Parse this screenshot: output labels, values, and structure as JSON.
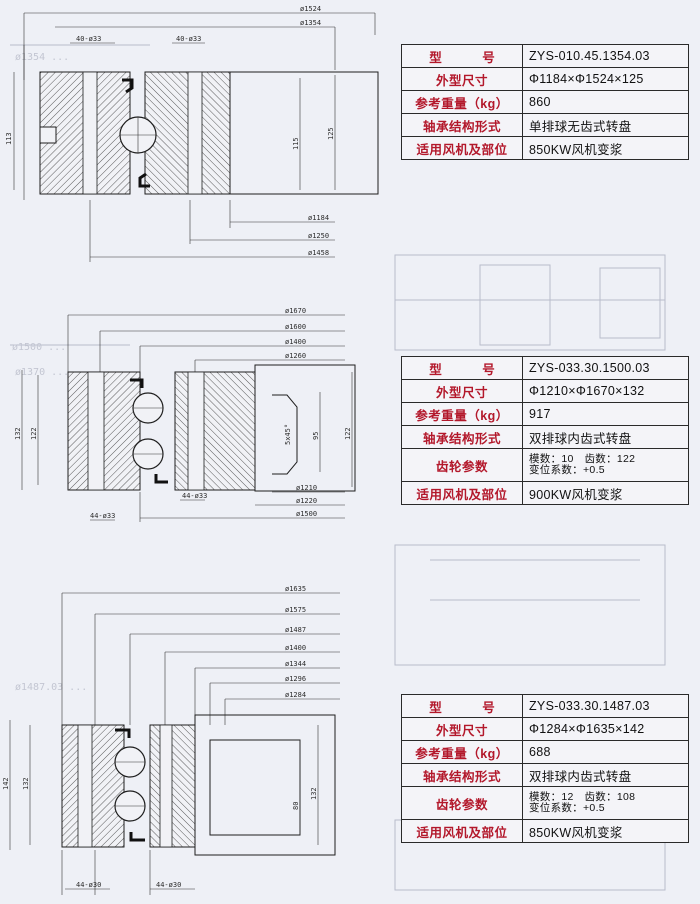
{
  "labels": {
    "model": "型　号",
    "size": "外型尺寸",
    "weight": "参考重量（kg）",
    "structure": "轴承结构形式",
    "gear": "齿轮参数",
    "application": "适用风机及部位"
  },
  "products": [
    {
      "model": "ZYS-010.45.1354.03",
      "size": "Φ1184×Φ1524×125",
      "weight": "860",
      "structure": "单排球无齿式转盘",
      "application": "850KW风机变浆",
      "dims": {
        "diameters": [
          "ø1524",
          "ø1354",
          "ø1184",
          "ø1250",
          "ø1458"
        ],
        "heights": [
          "113",
          "115",
          "125"
        ],
        "holes": [
          "40-ø33",
          "40-ø33"
        ]
      }
    },
    {
      "model": "ZYS-033.30.1500.03",
      "size": "Φ1210×Φ1670×132",
      "weight": "917",
      "structure": "双排球内齿式转盘",
      "gear_line1": "模数：10　齿数：122",
      "gear_line2": "变位系数：+0.5",
      "application": "900KW风机变浆",
      "dims": {
        "diameters": [
          "ø1670",
          "ø1600",
          "ø1400",
          "ø1260",
          "ø1210",
          "ø1220",
          "ø1500"
        ],
        "heights": [
          "132",
          "122",
          "95",
          "122"
        ],
        "chamfer": "5x45°",
        "holes": [
          "44-ø33",
          "44-ø33"
        ]
      }
    },
    {
      "model": "ZYS-033.30.1487.03",
      "size": "Φ1284×Φ1635×142",
      "weight": "688",
      "structure": "双排球内齿式转盘",
      "gear_line1": "模数：12　齿数：108",
      "gear_line2": "变位系数：+0.5",
      "application": "850KW风机变浆",
      "dims": {
        "diameters": [
          "ø1635",
          "ø1575",
          "ø1487",
          "ø1400",
          "ø1344",
          "ø1296",
          "ø1284"
        ],
        "heights": [
          "142",
          "132",
          "80",
          "132"
        ],
        "holes": [
          "44-ø30",
          "44-ø30"
        ]
      }
    }
  ],
  "colors": {
    "background": "#eef0f6",
    "label_red": "#b3182b",
    "line": "#1e1e1e"
  }
}
